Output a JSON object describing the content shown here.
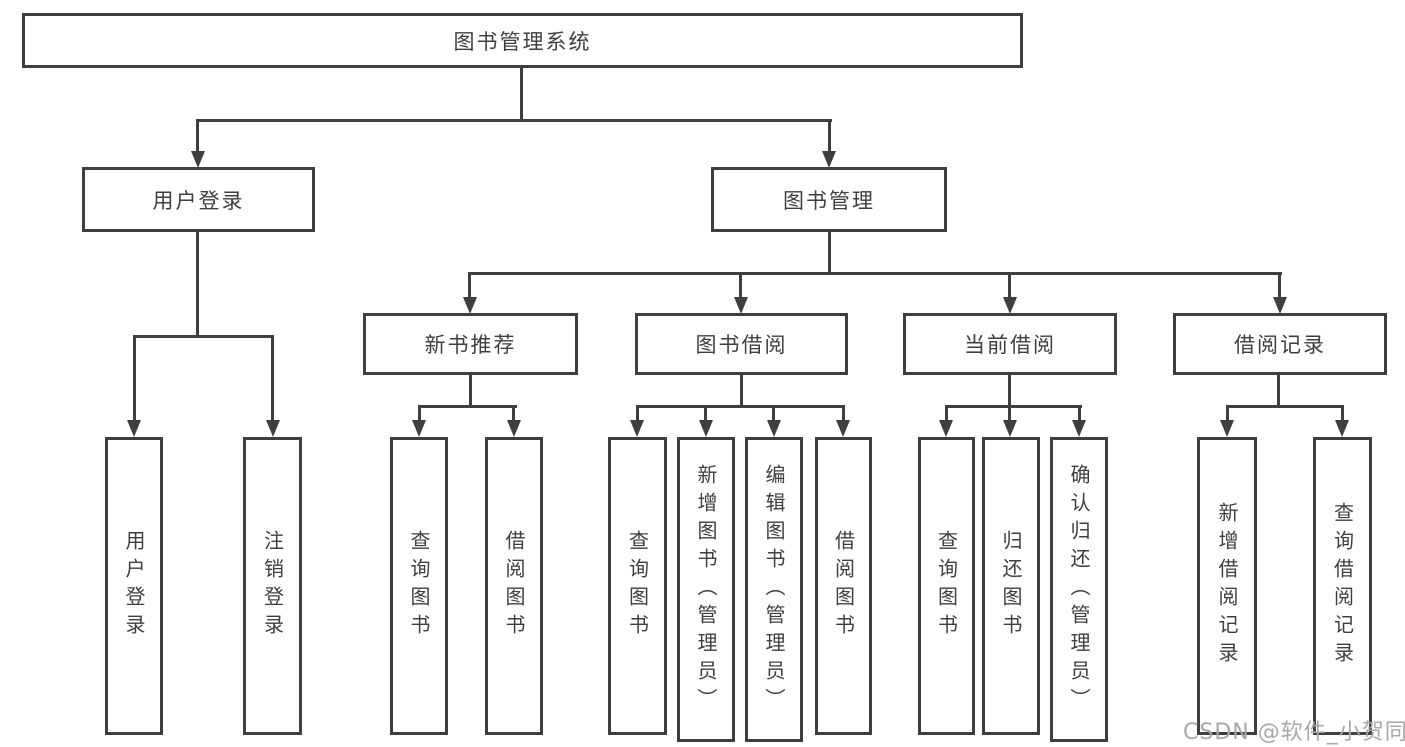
{
  "diagram": {
    "root": "图书管理系统",
    "level2": {
      "user_login": "用户登录",
      "book_management": "图书管理"
    },
    "level3": {
      "new_books": "新书推荐",
      "book_borrowing": "图书借阅",
      "current_borrowing": "当前借阅",
      "borrowing_records": "借阅记录"
    },
    "leaves": {
      "user": [
        "用户登录",
        "注销登录"
      ],
      "new_books": [
        "查询图书",
        "借阅图书"
      ],
      "book_borrowing": [
        "查询图书",
        "新增图书（管理员）",
        "编辑图书（管理员）",
        "借阅图书"
      ],
      "current_borrowing": [
        "查询图书",
        "归还图书",
        "确认归还（管理员）"
      ],
      "borrowing_records": [
        "新增借阅记录",
        "查询借阅记录"
      ]
    }
  },
  "watermark": {
    "text": "CSDN @软件_小贺同学"
  },
  "colors": {
    "line": "#3f3f3f",
    "text": "#3f3f3f",
    "watermark": "#a8a8a8",
    "background": "#ffffff"
  }
}
